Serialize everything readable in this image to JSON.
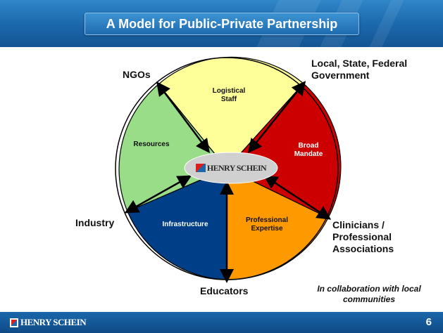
{
  "slide": {
    "title": "A Model for Public-Private Partnership",
    "page_number": "6",
    "footer_brand": "HENRY SCHEIN",
    "center_brand": "HENRY SCHEIN"
  },
  "segments": [
    {
      "label": "Logistical Staff",
      "color": "#ffff99"
    },
    {
      "label": "Broad Mandate",
      "color": "#cc0000"
    },
    {
      "label": "Professional Expertise",
      "color": "#ff9900"
    },
    {
      "label": "Infrastructure",
      "color": "#003f87"
    },
    {
      "label": "Resources",
      "color": "#99dd88"
    }
  ],
  "stakeholders": [
    {
      "label": "NGOs"
    },
    {
      "label": "Local, State, Federal Government"
    },
    {
      "label": "Clinicians / Professional Associations"
    },
    {
      "label": "Educators"
    },
    {
      "label": "Industry"
    }
  ],
  "note": "In collaboration with local communities",
  "colors": {
    "header": "#1a67ab",
    "center_ellipse": "#d0d0d0"
  }
}
